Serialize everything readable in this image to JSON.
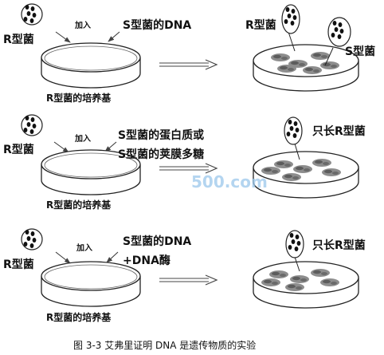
{
  "rows": [
    {
      "bacteria_label": "R型菌",
      "add_label": "加入",
      "additive_lines": [
        "S型菌的DNA"
      ],
      "plate_label": "R型菌的培养基",
      "result_labels": [
        "R型菌",
        "S型菌"
      ]
    },
    {
      "bacteria_label": "R型菌",
      "add_label": "加入",
      "additive_lines": [
        "S型菌的蛋白质或",
        "S型菌的荚膜多糖"
      ],
      "plate_label": "R型菌的培养基",
      "result_labels": [
        "只长R型菌"
      ]
    },
    {
      "bacteria_label": "R型菌",
      "add_label": "加入",
      "additive_lines": [
        "S型菌的DNA",
        "+DNA酶"
      ],
      "plate_label": "R型菌的培养基",
      "result_labels": [
        "只长R型菌"
      ]
    }
  ],
  "caption": "图 3-3  艾弗里证明 DNA 是遗传物质的实验",
  "watermark": "500.com"
}
